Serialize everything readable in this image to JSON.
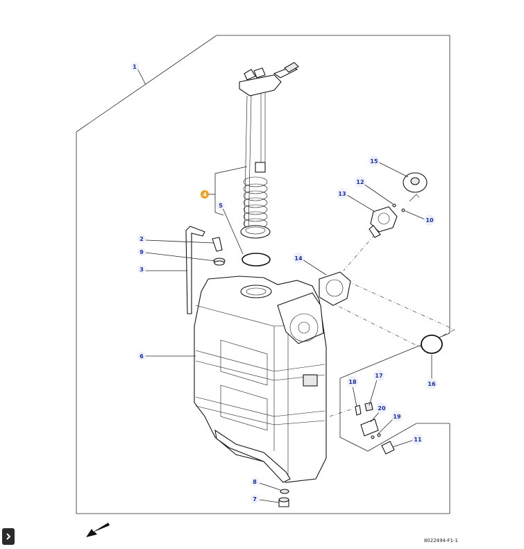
{
  "diagram": {
    "reference_code": "8022494-F1-1",
    "callouts": [
      {
        "id": "c1",
        "label": "1"
      },
      {
        "id": "c2",
        "label": "2"
      },
      {
        "id": "c3",
        "label": "3"
      },
      {
        "id": "c4",
        "label": "4",
        "highlighted": true
      },
      {
        "id": "c5",
        "label": "5"
      },
      {
        "id": "c6",
        "label": "6"
      },
      {
        "id": "c7",
        "label": "7"
      },
      {
        "id": "c8",
        "label": "8"
      },
      {
        "id": "c9",
        "label": "9"
      },
      {
        "id": "c10",
        "label": "10"
      },
      {
        "id": "c11",
        "label": "11"
      },
      {
        "id": "c12",
        "label": "12"
      },
      {
        "id": "c13",
        "label": "13"
      },
      {
        "id": "c14",
        "label": "14"
      },
      {
        "id": "c15",
        "label": "15"
      },
      {
        "id": "c16",
        "label": "16"
      },
      {
        "id": "c17",
        "label": "17"
      },
      {
        "id": "c18",
        "label": "18"
      },
      {
        "id": "c19",
        "label": "19"
      },
      {
        "id": "c20",
        "label": "20"
      }
    ],
    "colors": {
      "callout_text": "#1a2ba8",
      "highlight_callout": "#f0a020",
      "line": "#222222"
    },
    "icons": {
      "expand_button": "chevron-right-icon",
      "direction_arrow": "arrow-down-left-icon"
    }
  }
}
